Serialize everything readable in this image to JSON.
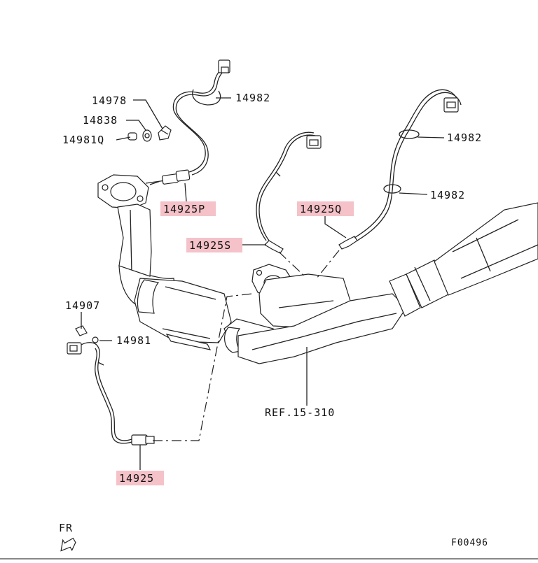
{
  "labels": {
    "p14978": "14978",
    "p14838": "14838",
    "p14981q": "14981Q",
    "p14982a": "14982",
    "p14982b": "14982",
    "p14982c": "14982",
    "p14925p": "14925P",
    "p14925q": "14925Q",
    "p14925s": "14925S",
    "p14907": "14907",
    "p14981": "14981",
    "p14925": "14925",
    "ref": "REF.15-310"
  },
  "footer": {
    "fr": "FR",
    "code": "F00496"
  },
  "colors": {
    "highlight": "#f4c2c8",
    "line": "#222222"
  }
}
